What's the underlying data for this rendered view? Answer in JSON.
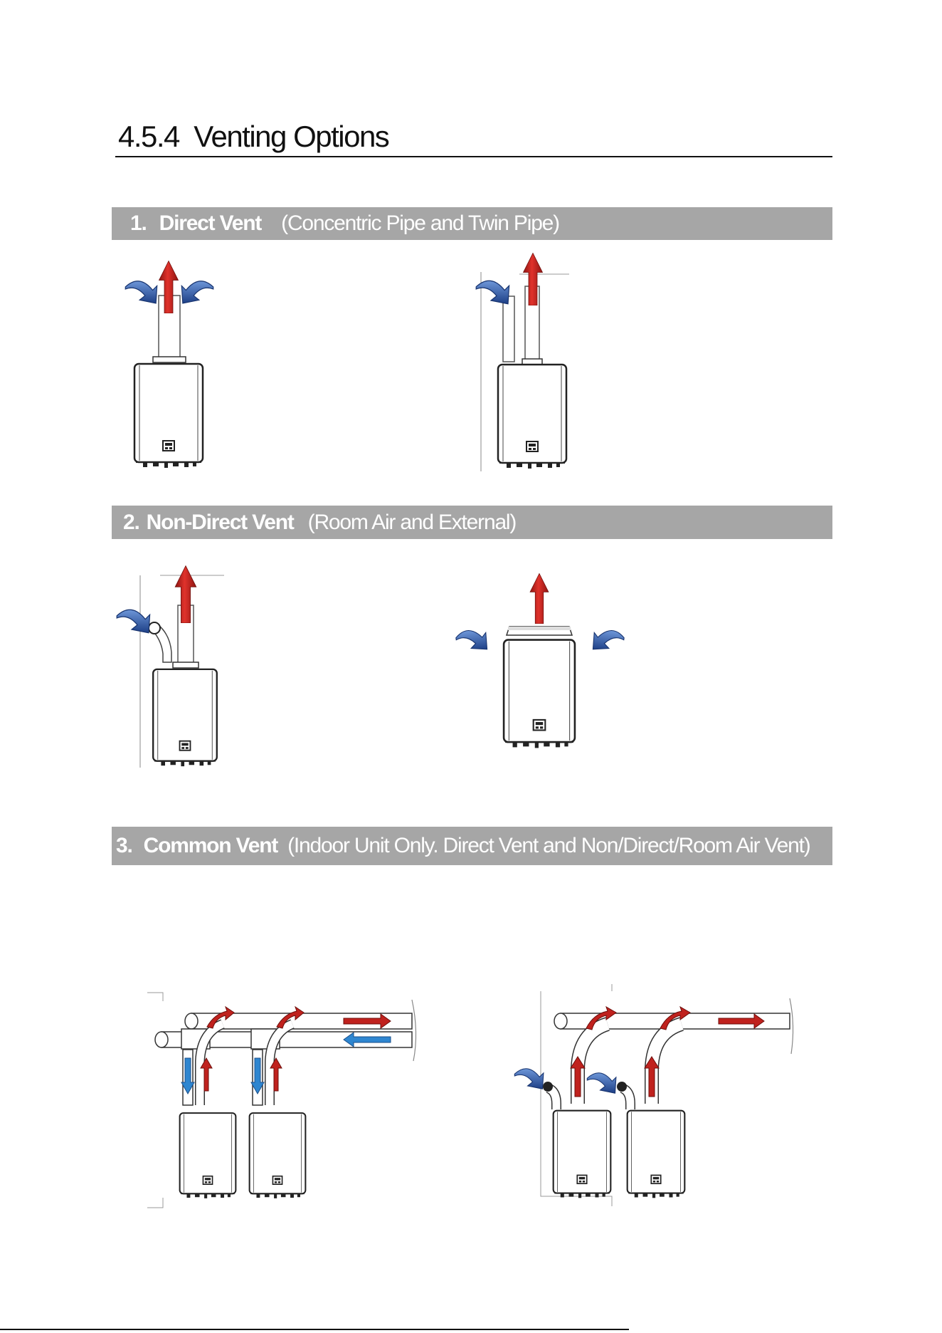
{
  "section": {
    "number": "4.5.4",
    "title": "Venting Options"
  },
  "options": [
    {
      "num": "1.",
      "name": "Direct Vent",
      "sub": "(Concentric Pipe and Twin Pipe)"
    },
    {
      "num": "2.",
      "name": "Non-Direct Vent",
      "sub": "(Room Air and External)"
    },
    {
      "num": "3.",
      "name": "Common Vent",
      "sub": "(Indoor Unit Only. Direct Vent and Non/Direct/Room Air Vent)"
    }
  ],
  "colors": {
    "bar": "#a6a6a6",
    "exhaust": "#c0221e",
    "intake": "#2f5fae",
    "intake_common": "#2e86d0"
  },
  "icons": [
    "exhaust-arrow-icon",
    "intake-arrow-icon",
    "water-heater-icon"
  ]
}
